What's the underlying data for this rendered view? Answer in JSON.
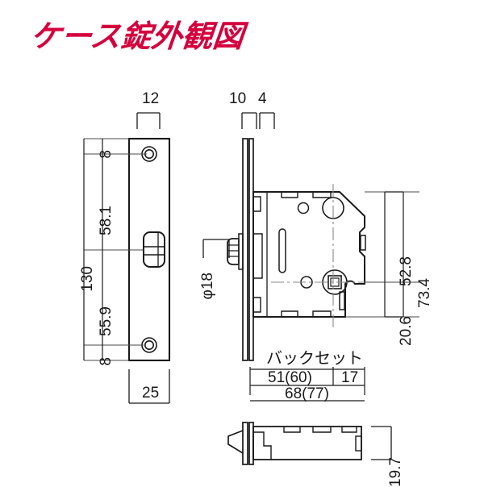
{
  "document": {
    "title": "ケース錠外観図",
    "title_color": "#d4003c",
    "line_color": "#1a1a1a",
    "background": "#ffffff"
  },
  "views": {
    "front": {
      "name": "faceplate-front-view",
      "faceplate_length": "130",
      "faceplate_width": "25",
      "faceplate_thickness": "12",
      "segments": [
        {
          "label": "8"
        },
        {
          "label": "58.1"
        },
        {
          "label": "55.9"
        },
        {
          "label": "8"
        }
      ]
    },
    "side": {
      "name": "lock-case-side-view",
      "faceplate_thickness": "10",
      "case_offset": "4",
      "cylinder_diameter": "φ18",
      "case_upper_height": "52.8",
      "case_lower_height": "20.6",
      "case_total_height": "73.4",
      "backset_label": "バックセット",
      "backset_value": "51(60)",
      "case_depth_rear": "17",
      "overall_depth": "68(77)"
    },
    "bottom": {
      "name": "lock-case-bottom-view",
      "case_thickness": "19.7"
    }
  },
  "dimensions": {
    "d_12": "12",
    "d_10": "10",
    "d_4": "4",
    "d_8_top": "8",
    "d_58_1": "58.1",
    "d_130": "130",
    "d_55_9": "55.9",
    "d_8_bottom": "8",
    "d_25": "25",
    "d_phi18": "φ18",
    "d_52_8": "52.8",
    "d_73_4": "73.4",
    "d_20_6": "20.6",
    "d_backset": "バックセット",
    "d_51_60": "51(60)",
    "d_17": "17",
    "d_68_77": "68(77)",
    "d_19_7": "19.7"
  }
}
